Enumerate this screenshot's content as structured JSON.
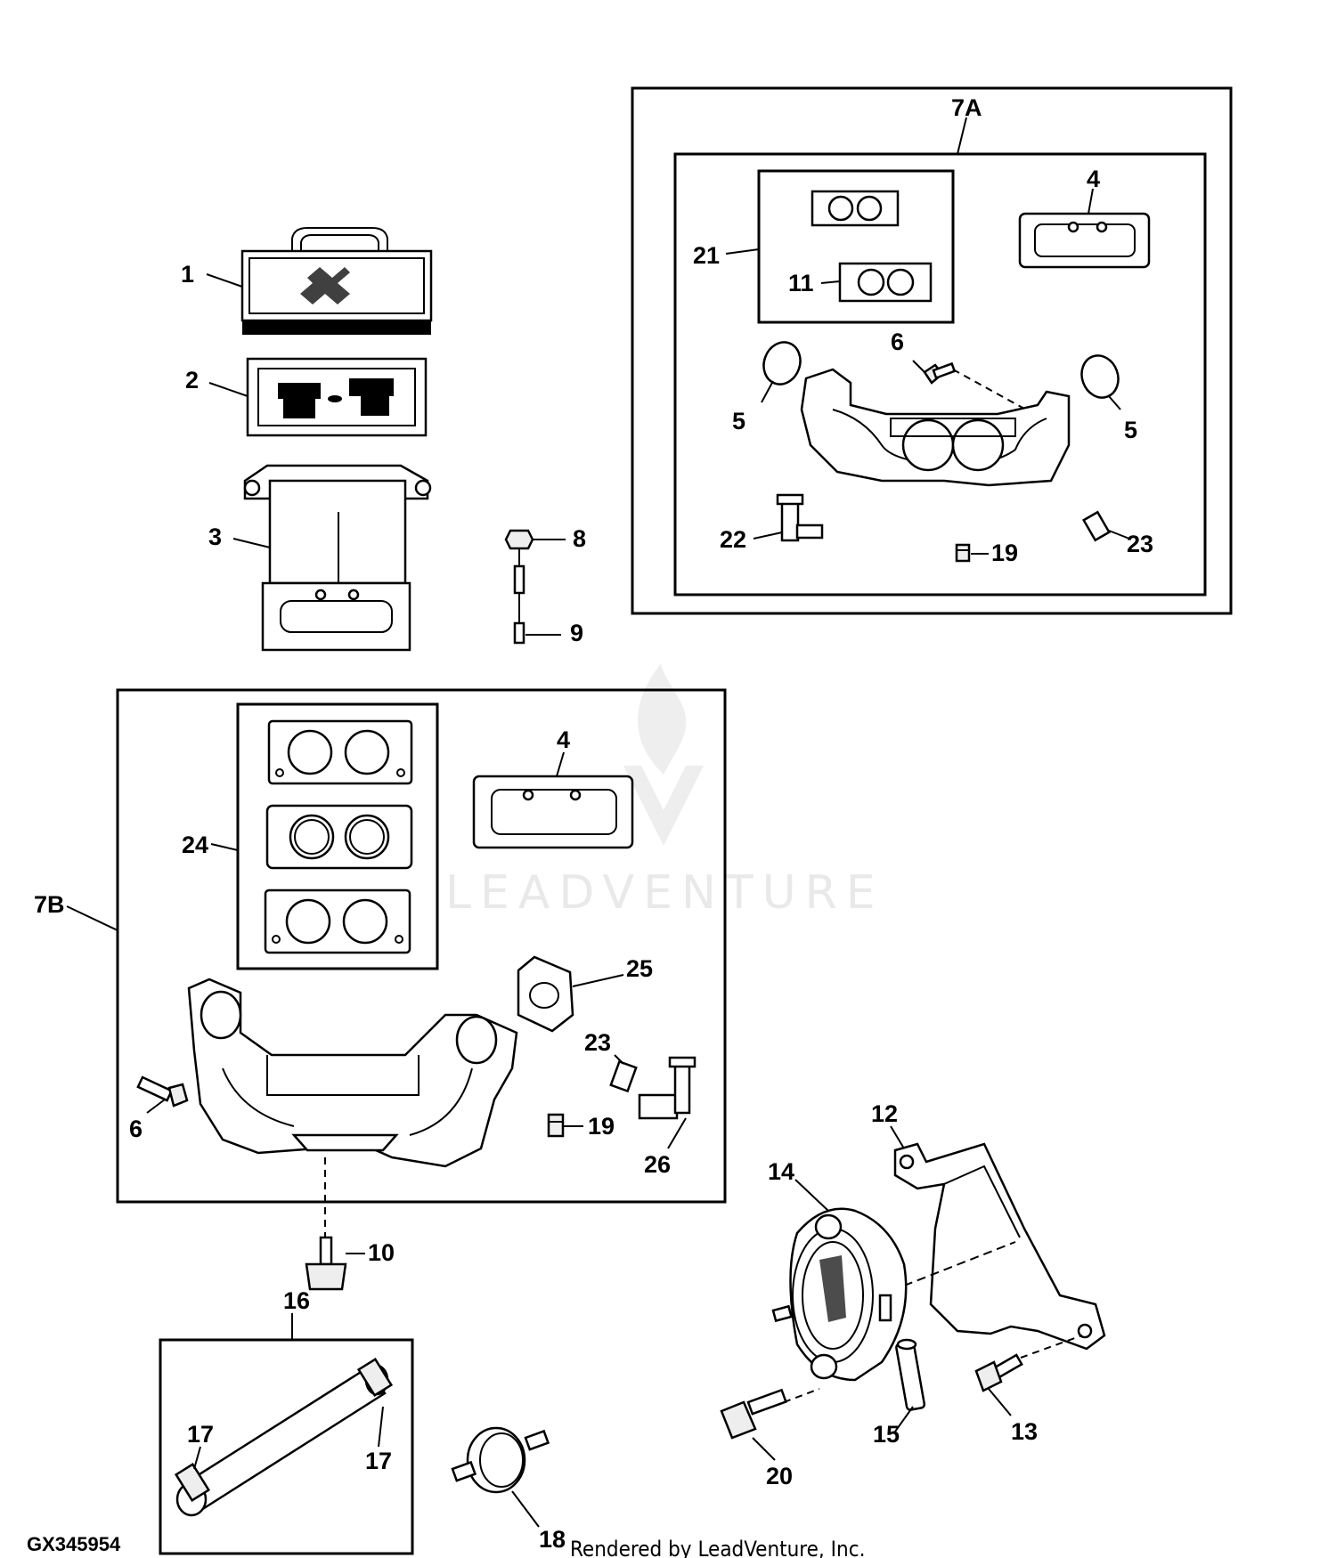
{
  "figure_id": "GX345954",
  "footer": "Rendered by LeadVenture, Inc.",
  "watermark": "LEADVENTURE",
  "groups": {
    "g7A": "7A",
    "g7B": "7B"
  },
  "callouts": {
    "c1": "1",
    "c2": "2",
    "c3": "3",
    "c8": "8",
    "c9": "9",
    "c21": "21",
    "c11": "11",
    "c4a": "4",
    "c6a": "6",
    "c5l": "5",
    "c5r": "5",
    "c22": "22",
    "c19a": "19",
    "c23a": "23",
    "c24": "24",
    "c4b": "4",
    "c25": "25",
    "c23b": "23",
    "c6b": "6",
    "c19b": "19",
    "c26": "26",
    "c10": "10",
    "c12": "12",
    "c14": "14",
    "c15": "15",
    "c13": "13",
    "c20": "20",
    "c16": "16",
    "c17l": "17",
    "c17r": "17",
    "c18": "18"
  }
}
